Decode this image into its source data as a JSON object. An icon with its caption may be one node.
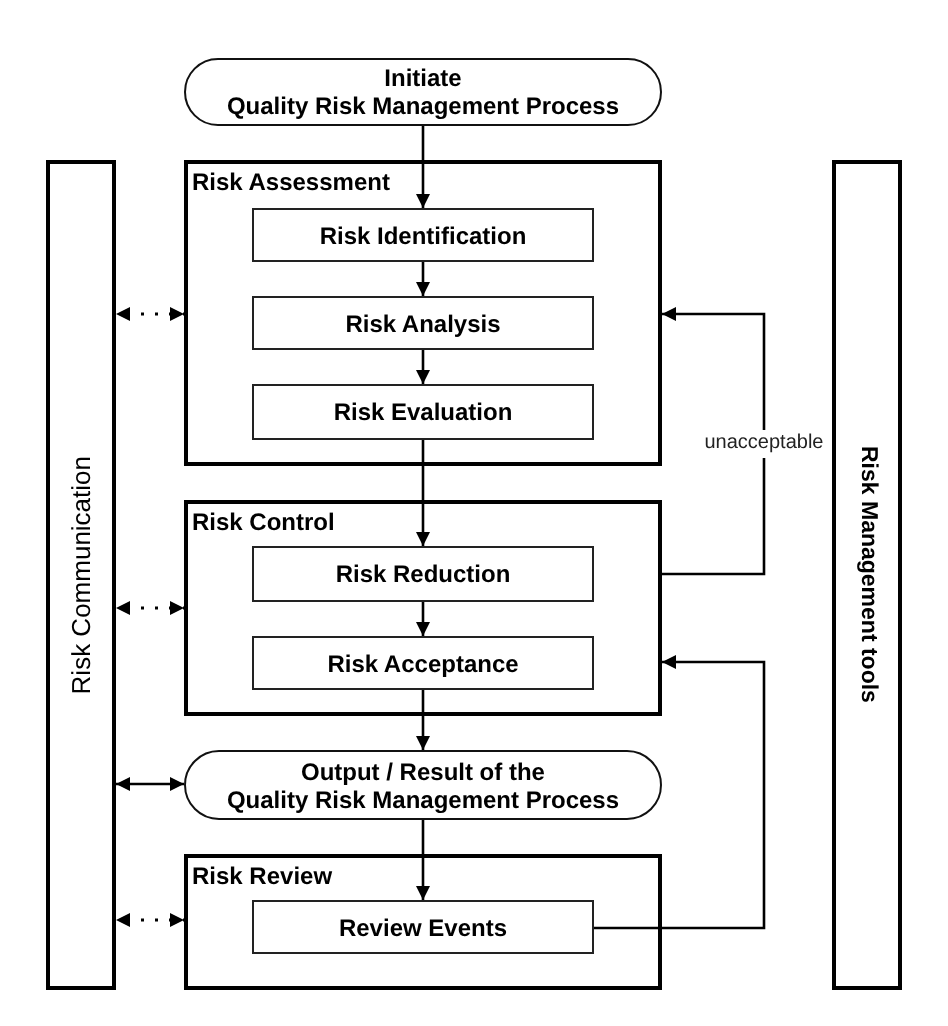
{
  "diagram": {
    "nodes": [
      {
        "text": [
          "Initiate Quality Risk Management Process"
        ]
      },
      {
        "text": [
          "Risk Communication"
        ]
      },
      {
        "text": [
          "Risk Assessment"
        ]
      },
      {
        "text": [
          "Risk Identification"
        ],
        "in": 2
      },
      {
        "text": [
          "Risk Analysis"
        ],
        "in": 2
      },
      {
        "text": [
          "Risk Evaluation"
        ],
        "in": 2
      },
      {
        "text": [
          "Risk Control"
        ]
      },
      {
        "text": [
          "Risk Reduction"
        ],
        "in": 6
      },
      {
        "text": [
          "Risk Acceptance"
        ],
        "in": 6
      },
      {
        "text": [
          "Output / Result of the Quality Risk Management Process"
        ]
      },
      {
        "text": [
          "Risk Review"
        ]
      },
      {
        "text": [
          "Review Events"
        ],
        "in": 10
      },
      {
        "text": [
          "Risk Management tools"
        ]
      }
    ],
    "edges": [
      {
        "from": 0,
        "to": 3,
        "arrow": "to"
      },
      {
        "from": 3,
        "to": 4,
        "arrow": "to"
      },
      {
        "from": 4,
        "to": 5,
        "arrow": "to"
      },
      {
        "from": 5,
        "to": 7,
        "arrow": "to"
      },
      {
        "from": 7,
        "to": 8,
        "arrow": "to"
      },
      {
        "from": 8,
        "to": 9,
        "arrow": "to"
      },
      {
        "from": 9,
        "to": 11,
        "arrow": "to"
      },
      {
        "from": 6,
        "to": 2,
        "arrow": "to",
        "label": "unacceptable"
      },
      {
        "from": 11,
        "to": 6,
        "arrow": "to"
      },
      {
        "from": 1,
        "to": 2,
        "arrow": "both",
        "style": "dashed"
      },
      {
        "from": 1,
        "to": 6,
        "arrow": "both",
        "style": "dashed"
      },
      {
        "from": 1,
        "to": 9,
        "arrow": "both"
      },
      {
        "from": 1,
        "to": 10,
        "arrow": "both",
        "style": "dashed"
      }
    ]
  }
}
